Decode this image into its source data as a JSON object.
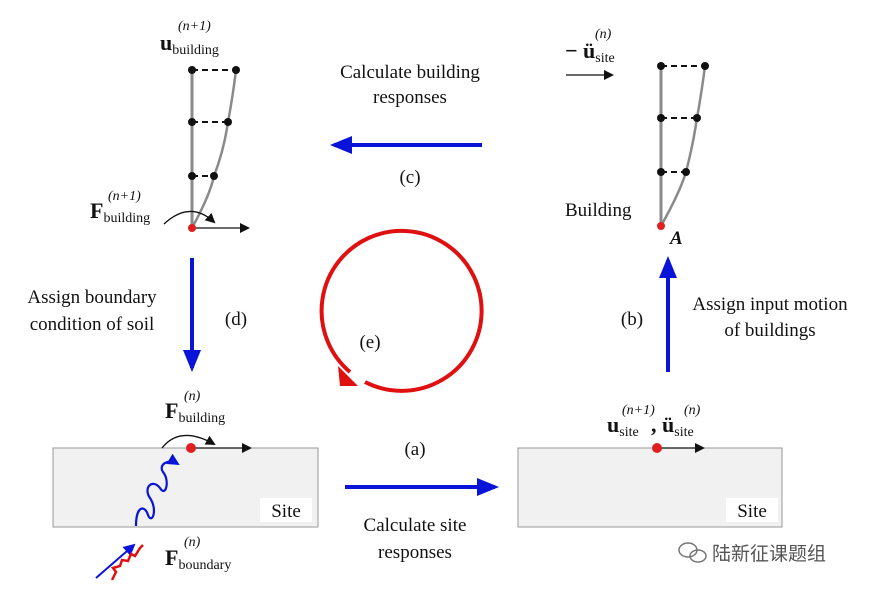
{
  "colors": {
    "flow_arrow": "#0a14d8",
    "loop": "#e01010",
    "node": "#111111",
    "column": "#8a8a8a",
    "site_fill": "#f1f1f1",
    "red_point": "#e02020"
  },
  "steps": {
    "a": {
      "tag": "(a)",
      "line1": "Calculate site",
      "line2": "responses"
    },
    "b": {
      "tag": "(b)",
      "line1": "Assign input motion",
      "line2": "of buildings"
    },
    "c": {
      "tag": "(c)",
      "line1": "Calculate building",
      "line2": "responses"
    },
    "d": {
      "tag": "(d)",
      "line1": "Assign boundary",
      "line2": "condition of soil"
    },
    "e": {
      "tag": "(e)"
    }
  },
  "labels": {
    "u_building": {
      "symbol": "u",
      "sub": "building",
      "sup": "(n+1)"
    },
    "F_building_next": {
      "symbol": "F",
      "sub": "building",
      "sup": "(n+1)"
    },
    "F_building": {
      "symbol": "F",
      "sub": "building",
      "sup": "(n)"
    },
    "F_boundary": {
      "symbol": "F",
      "sub": "boundary",
      "sup": "(n)"
    },
    "minus_acc_site": {
      "symbol": "− ü",
      "sub": "site",
      "sup": "(n)"
    },
    "u_site": {
      "symbol": "u",
      "sub": "site",
      "sup": "(n+1)"
    },
    "acc_site": {
      "symbol": ", ü",
      "sub": "site",
      "sup": "(n)"
    },
    "building": "Building",
    "point_a": "A",
    "site_left": "Site",
    "site_right": "Site"
  },
  "watermark": {
    "icon": "wechat-icon",
    "text": "陆新征课题组"
  }
}
